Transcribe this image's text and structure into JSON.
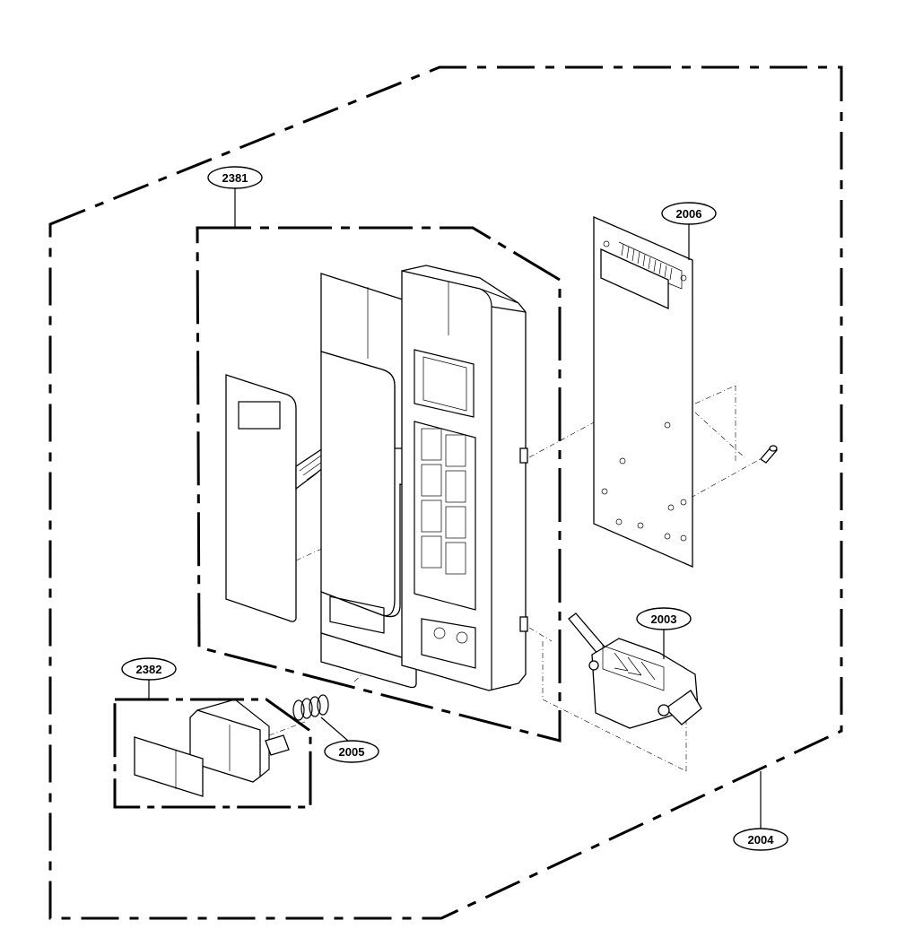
{
  "callouts": {
    "c2381": "2381",
    "c2006": "2006",
    "c2003": "2003",
    "c2382": "2382",
    "c2005": "2005",
    "c2004": "2004"
  }
}
